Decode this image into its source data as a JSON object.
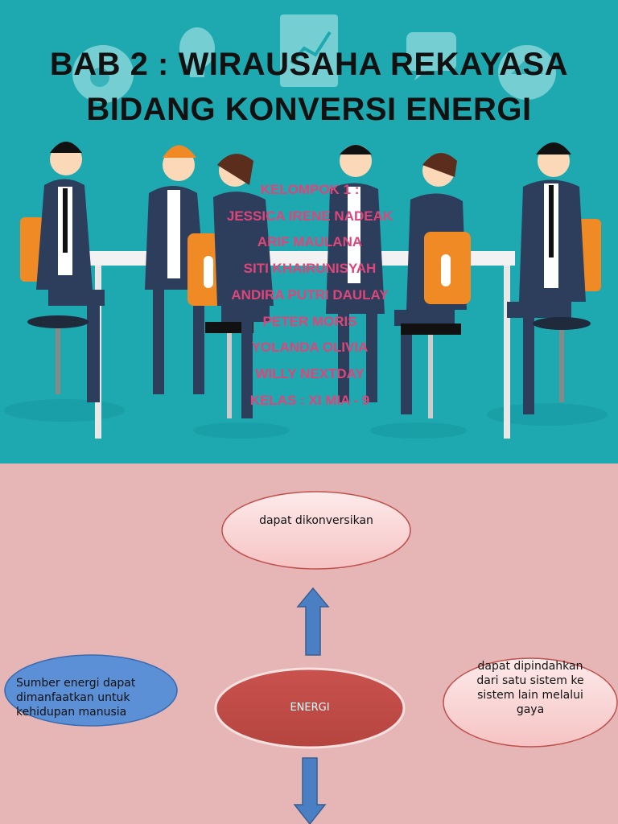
{
  "slide1": {
    "title_line1": "BAB 2 : WIRAUSAHA REKAYASA",
    "title_line2": "BIDANG KONVERSI ENERGI",
    "members": [
      "KELOMPOK 1 :",
      "JESSICA IRENE NADEAK",
      "ARIF MAULANA",
      "SITI KHAIRUNISYAH",
      "ANDIRA PUTRI DAULAY",
      "PETER MORIS",
      "YOLANDA OLIVIA",
      "WILLY NEXTDAY",
      "KELAS : XI MIA - 9"
    ],
    "colors": {
      "background": "#1ea9b0",
      "member_text": "#e0457a",
      "chair": "#f08a24",
      "suit": "#2d3e5c"
    }
  },
  "slide2": {
    "top_oval": "dapat dikonversikan",
    "center_oval": "ENERGI",
    "left_oval": "Sumber energi dapat dimanfaatkan untuk kehidupan manusia",
    "right_oval": "dapat dipindahkan dari satu sistem ke sistem lain melalui gaya",
    "colors": {
      "background": "#e6b6b6",
      "center": "#c0504d",
      "left": "#5b8fd6",
      "arrow": "#4a7fc4"
    }
  }
}
